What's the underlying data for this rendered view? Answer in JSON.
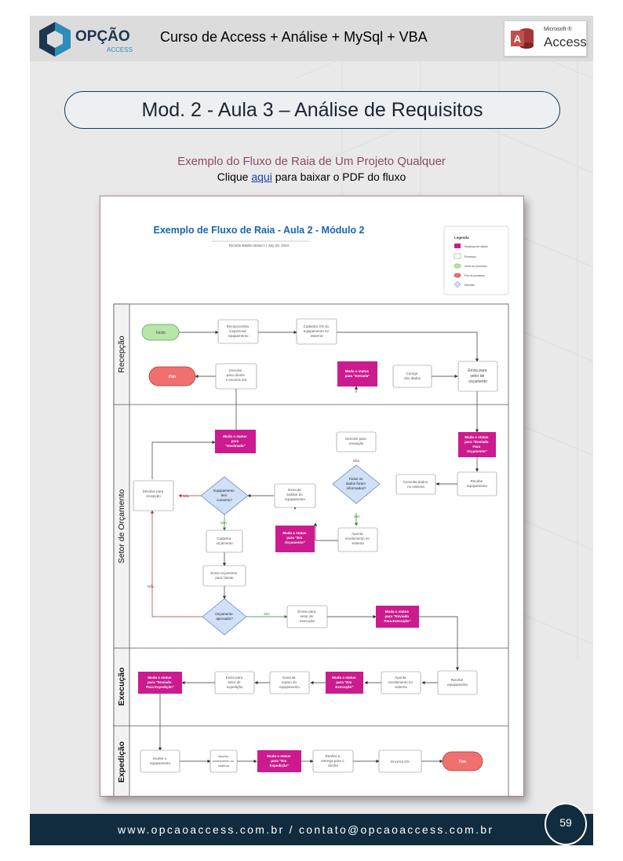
{
  "header": {
    "logo_name": "OPÇÃO",
    "logo_sub": "ACCESS",
    "course_title": "Curso de Access + Análise + MySql + VBA",
    "access_ms": "Microsoft ®",
    "access_word": "Access",
    "access_letter": "A"
  },
  "title": "Mod. 2 - Aula 3 – Análise de Requisitos",
  "example": {
    "title": "Exemplo do Fluxo de Raia de Um Projeto Qualquer",
    "click_prefix": "Clique ",
    "link": "aqui",
    "click_suffix": " para baixar o PDF do fluxo"
  },
  "flow": {
    "title": "Exemplo de Fluxo de Raia - Aula 2 - Módulo 2",
    "author": "Ricardo Basilio Belucci  |  July 20, 2024",
    "legend": {
      "title": "Legenda",
      "items": [
        "Mudança de status",
        "Processo",
        "Início do processo",
        "Fim do processo",
        "Decisão"
      ]
    },
    "lanes": [
      "Recepção",
      "Setor de Orçamento",
      "Execução",
      "Expedição"
    ],
    "nodes": {
      "inicio": "Início",
      "recep_inspec": [
        "Recepcionista",
        "inspeciona",
        "equipamento"
      ],
      "cadastra_os": [
        "Cadastra OS do",
        "equipamento no",
        "sistema"
      ],
      "fim1": "Fim",
      "devolve_cliente": [
        "Devolve",
        "para cliente",
        "e encerra OS"
      ],
      "muda_entrada": [
        "Muda o status",
        "para \"Entrada\""
      ],
      "corrige": [
        "Corrige",
        "dos dados"
      ],
      "envia_orc": [
        "Envia para",
        "setor de",
        "orçamento"
      ],
      "muda_declinado": [
        "Muda o status",
        "para",
        "\"Declinado\""
      ],
      "devolve_recepcao": [
        "Devolve para",
        "recepção"
      ],
      "muda_enviado_orc": [
        "Muda o status",
        "para \"Enviado",
        "Para",
        "Orçamento\""
      ],
      "recebe_equip": [
        "Recebe",
        "equipamento"
      ],
      "consulta": [
        "Consulta dados",
        "no sistema"
      ],
      "todos_dados": [
        "Todos os",
        "dados foram",
        "informados?"
      ],
      "devolve_recep2": [
        "Devolve para",
        "recepção"
      ],
      "executa_analise": [
        "Executa",
        "análise do",
        "equipamento"
      ],
      "equip_conserto": [
        "Equipamento",
        "tem",
        "conserto?"
      ],
      "muda_em_orc": [
        "Muda o status",
        "para \"Em",
        "Orçamento\""
      ],
      "aponta_receb": [
        "Aponta",
        "recebimento no",
        "sistema"
      ],
      "cadastra_orc": [
        "Cadastra",
        "orçamento"
      ],
      "envia_orc_cliente": [
        "Envia orçamento",
        "para cliente"
      ],
      "orc_aprovado": [
        "Orçamento",
        "aprovado?"
      ],
      "enviar_execucao": [
        "Enviar para",
        "setor de",
        "execução"
      ],
      "muda_enviado_exec": [
        "Muda o status",
        "para \"Enviado",
        "Para Execução\""
      ],
      "recebe_exec": [
        "Recebe",
        "equipamento"
      ],
      "aponta_exec": [
        "Aponta",
        "recebimento no",
        "sistema"
      ],
      "muda_em_exec": [
        "Muda o status",
        "para \"Em",
        "Execução\""
      ],
      "executa_reparo": [
        "Executa",
        "reparo do",
        "equipamento"
      ],
      "envia_exped": [
        "Envia para",
        "setor de",
        "expedição"
      ],
      "muda_enviado_exped": [
        "Muda o status",
        "para \"Enviado",
        "Para Expedição\""
      ],
      "recebe_exped": [
        "recebe o",
        "equipamento"
      ],
      "aponta_exped": [
        "Aponta",
        "recebimento no",
        "sistema"
      ],
      "muda_em_exped": [
        "Muda o status",
        "para \"Em",
        "Expedição\""
      ],
      "realiza_entrega": [
        "Realiza a",
        "entrega para o",
        "cliente"
      ],
      "encerra_os": "Encerra OS",
      "fim2": "Fim"
    },
    "edge_labels": {
      "nao": "Não",
      "sim": "Sim"
    }
  },
  "footer": {
    "contact": "www.opcaoaccess.com.br / contato@opcaoaccess.com.br",
    "page_number": "59"
  },
  "colors": {
    "navy": "#112c3e",
    "magenta": "#cc1a8f",
    "start_green": "#b7e6a9",
    "end_red": "#f07070",
    "decision_blue": "#cfe0f7",
    "title_blue": "#1a64b0"
  }
}
